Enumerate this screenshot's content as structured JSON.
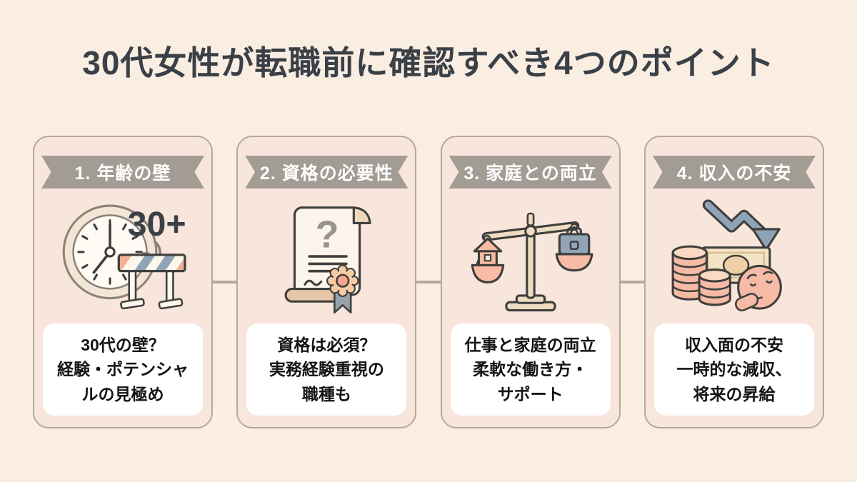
{
  "title": "30代女性が転職前に確認すべき4つのポイント",
  "colors": {
    "page_bg": "#FAEDE2",
    "card_bg": "#F8E5DB",
    "card_border": "#B3A99D",
    "ribbon_bg": "#A29C94",
    "ribbon_text": "#FFFFFF",
    "title_text": "#3A4047",
    "body_text": "#141414",
    "connector_line": "#B3A99D",
    "accent_pink": "#F6BBA4",
    "accent_blue_gray": "#8FA3B6",
    "accent_tan": "#EDDCC2",
    "icon_outline": "#3F3F3D"
  },
  "cards": [
    {
      "ribbon": "1. 年齢の壁",
      "icon": "clock-age-barrier-icon",
      "icon_label": "30+",
      "text": "30代の壁？\n経験・ポテンシャ\nルの見極め"
    },
    {
      "ribbon": "2. 資格の必要性",
      "icon": "certificate-question-icon",
      "icon_label": "?",
      "text": "資格は必須？\n実務経験重視の\n職種も"
    },
    {
      "ribbon": "3. 家庭との両立",
      "icon": "work-home-balance-scale-icon",
      "text": "仕事と家庭の両立\n柔軟な働き方・\nサポート"
    },
    {
      "ribbon": "4. 収入の不安",
      "icon": "income-decline-worry-icon",
      "text": "収入面の不安\n一時的な減収、\n将来の昇給"
    }
  ]
}
